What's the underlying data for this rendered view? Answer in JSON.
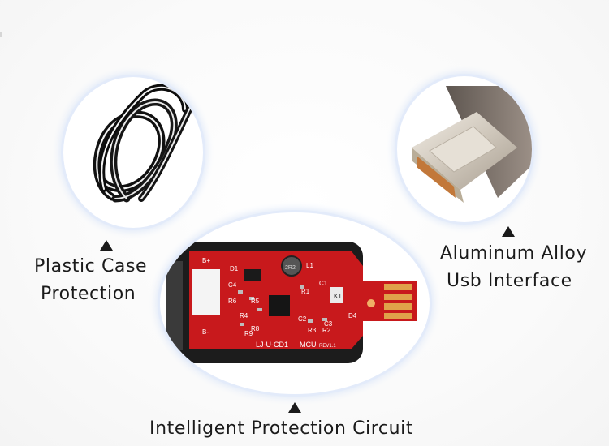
{
  "captions": {
    "plastic_line1": "Plastic Case",
    "plastic_line2": "Protection",
    "aluminum_line1": "Aluminum Alloy",
    "aluminum_line2": "Usb Interface",
    "circuit": "Intelligent Protection Circuit"
  },
  "pcb_labels": {
    "b_plus": "B+",
    "b_minus": "B-",
    "d1": "D1",
    "l1": "L1",
    "c4": "C4",
    "r6": "R6",
    "r5": "R5",
    "r4": "R4",
    "r1": "R1",
    "c1": "C1",
    "r8": "R8",
    "r9": "R9",
    "c2": "C2",
    "r2": "R2",
    "r3": "R3",
    "c3": "C3",
    "d4": "D4",
    "k1": "K1",
    "model": "LJ-U-CD1",
    "mcu": "MCU",
    "rev": "REV1.1",
    "inductor": "2R2"
  },
  "icons": {
    "cable": "coiled-cable-icon",
    "usb": "usb-connector-icon",
    "pcb": "circuit-board-icon",
    "pointer": "triangle-up-icon"
  },
  "colors": {
    "pcb_red": "#c8191c",
    "glow_blue": "#dbe6f8",
    "text": "#1b1b1b"
  }
}
